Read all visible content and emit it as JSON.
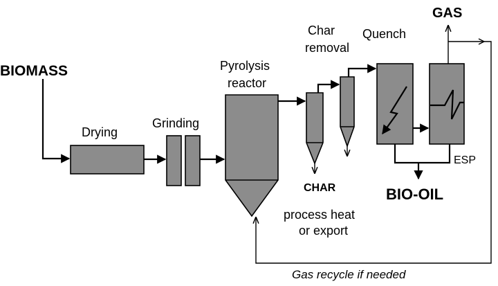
{
  "labels": {
    "biomass": "BIOMASS",
    "drying": "Drying",
    "grinding": "Grinding",
    "pyrolysis_line1": "Pyrolysis",
    "pyrolysis_line2": "reactor",
    "char_removal_line1": "Char",
    "char_removal_line2": "removal",
    "quench": "Quench",
    "gas": "GAS",
    "esp": "ESP",
    "bio_oil": "BIO-OIL",
    "char": "CHAR",
    "char_note_line1": "process heat",
    "char_note_line2": "or export",
    "recycle": "Gas recycle if needed"
  },
  "colors": {
    "unit_fill": "#8c8c8c",
    "line": "#000000",
    "background": "#ffffff"
  }
}
